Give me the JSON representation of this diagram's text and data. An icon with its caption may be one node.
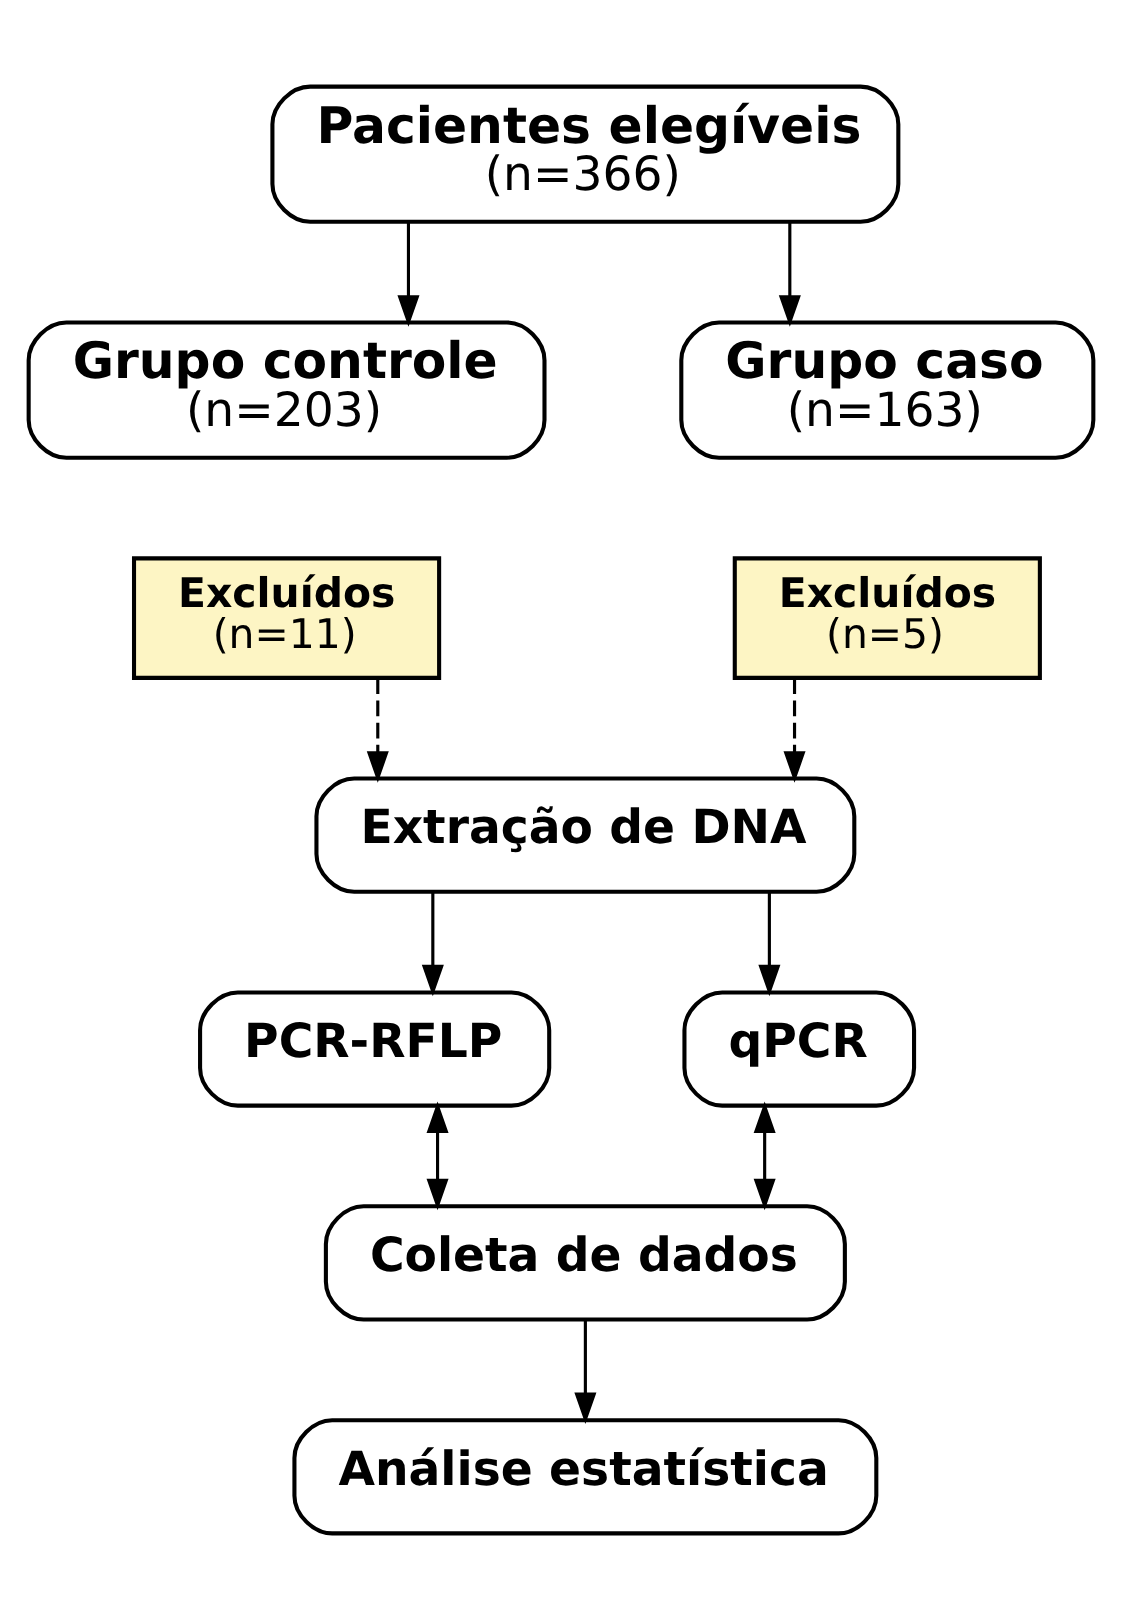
{
  "diagram": {
    "nodes": [
      {
        "text": [
          "Pacientes elegíveis",
          "(n=366)"
        ]
      },
      {
        "text": [
          "Grupo controle",
          "(n=203)"
        ]
      },
      {
        "text": [
          "Grupo caso",
          "(n=163)"
        ]
      },
      {
        "text": [
          "Excluídos",
          "(n=11)"
        ]
      },
      {
        "text": [
          "Excluídos",
          "(n=5)"
        ]
      },
      {
        "text": [
          "Extração de DNA"
        ]
      },
      {
        "text": [
          "PCR-RFLP"
        ]
      },
      {
        "text": [
          "qPCR"
        ]
      },
      {
        "text": [
          "Coleta de dados"
        ]
      },
      {
        "text": [
          "Análise estatística"
        ]
      }
    ],
    "edges": [
      {
        "from": 0,
        "to": 1,
        "arrow": "to"
      },
      {
        "from": 0,
        "to": 2,
        "arrow": "to"
      },
      {
        "from": 3,
        "to": 5,
        "arrow": "to",
        "style": "dashed"
      },
      {
        "from": 4,
        "to": 5,
        "arrow": "to",
        "style": "dashed"
      },
      {
        "from": 5,
        "to": 6,
        "arrow": "to"
      },
      {
        "from": 5,
        "to": 7,
        "arrow": "to"
      },
      {
        "from": 6,
        "to": 8,
        "arrow": "both"
      },
      {
        "from": 7,
        "to": 8,
        "arrow": "both"
      },
      {
        "from": 8,
        "to": 9,
        "arrow": "to"
      }
    ]
  }
}
